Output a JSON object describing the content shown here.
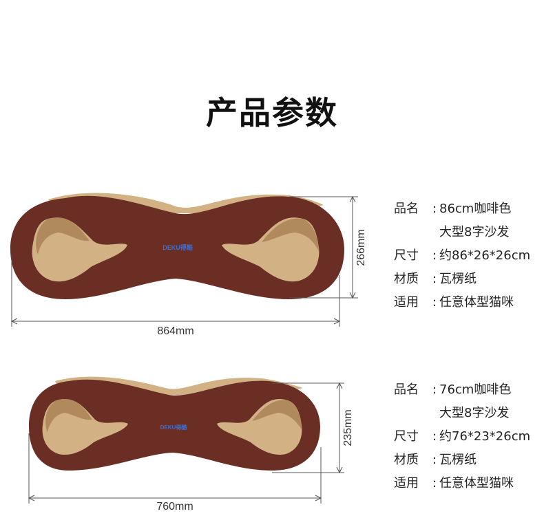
{
  "title": "产品参数",
  "products": [
    {
      "logo": "DEKU得酷",
      "width_label": "864mm",
      "height_label": "266mm",
      "specs": {
        "name_key": "品名",
        "name_val": "86cm咖啡色",
        "name_val2": "大型8字沙发",
        "size_key": "尺寸",
        "size_val": "约86*26*26cm",
        "material_key": "材质",
        "material_val": "瓦楞纸",
        "use_key": "适用",
        "use_val": "任意体型猫咪",
        "sep": ":"
      }
    },
    {
      "logo": "DEKU得酷",
      "width_label": "760mm",
      "height_label": "235mm",
      "specs": {
        "name_key": "品名",
        "name_val": "76cm咖啡色",
        "name_val2": "大型8字沙发",
        "size_key": "尺寸",
        "size_val": "约76*23*26cm",
        "material_key": "材质",
        "material_val": "瓦楞纸",
        "use_key": "适用",
        "use_val": "任意体型猫咪",
        "sep": ":"
      }
    }
  ],
  "colors": {
    "body": "#6a2e24",
    "cardboard": "#d2b184",
    "cardboard_dark": "#b08a5c",
    "logo": "#3b6fd6"
  }
}
